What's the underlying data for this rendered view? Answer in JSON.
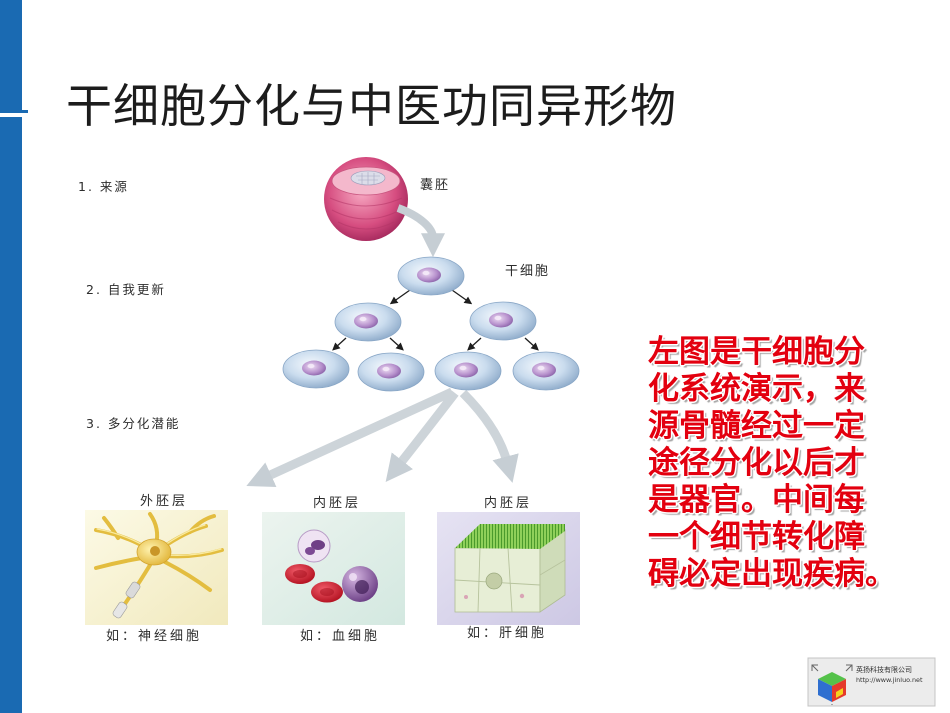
{
  "slide": {
    "title": "干细胞分化与中医功同异形物",
    "side_text_lines": [
      "左图是干细胞分",
      "化系统演示，来",
      "源骨髓经过一定",
      "途径分化以后才",
      "是器官。中间每",
      "一个细节转化障",
      "碍必定出现疾病。"
    ]
  },
  "diagram": {
    "steps": [
      "1. 来源",
      "2. 自我更新",
      "3. 多分化潜能"
    ],
    "blastocyst_label": "囊胚",
    "stem_cell_label": "干细胞",
    "layers": [
      {
        "name": "外胚层",
        "example": "如：神经细胞"
      },
      {
        "name": "内胚层",
        "example": "如：血细胞"
      },
      {
        "name": "内胚层",
        "example": "如：肝细胞"
      }
    ]
  },
  "logo": {
    "company": "英扬科技有限公司",
    "url": "http://www.jinluo.net",
    "icon": "cube-logo-icon"
  },
  "colors": {
    "accent_bar": "#1a6ab2",
    "highlight_text": "#e3000f",
    "title_text": "#1c1c1c"
  }
}
